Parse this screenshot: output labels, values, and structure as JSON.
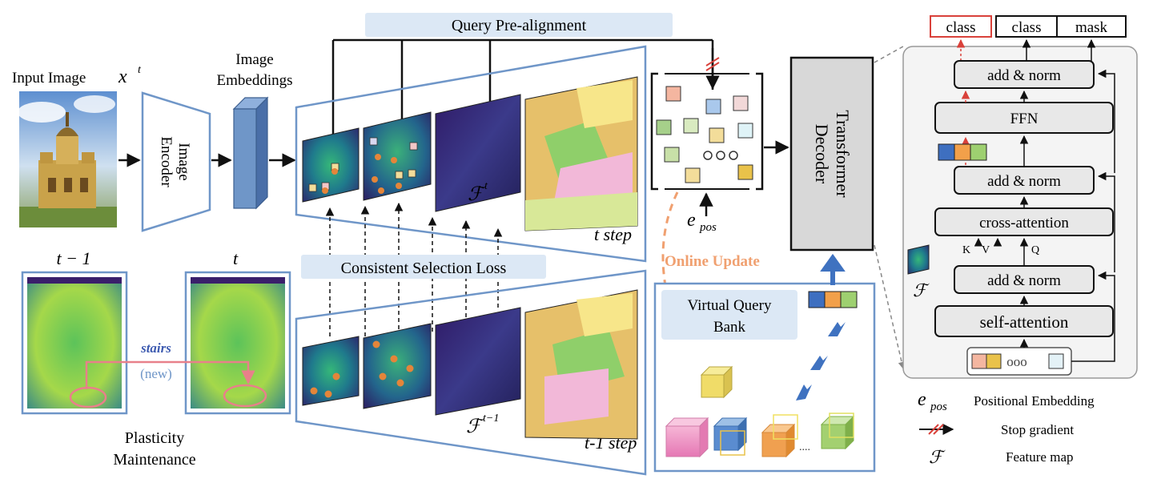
{
  "input_image": {
    "label": "Input Image",
    "math": "x",
    "sup": "t"
  },
  "image_encoder": {
    "line1": "Image",
    "line2": "Encoder"
  },
  "image_embeddings": {
    "line1": "Image",
    "line2": "Embeddings"
  },
  "query_prealignment": {
    "label": "Query Pre-alignment"
  },
  "consistent_loss": {
    "label": "Consistent Selection Loss"
  },
  "t_step": {
    "label": "t step"
  },
  "t1_step": {
    "label": "t-1 step"
  },
  "feature_t": {
    "math": "ℱ",
    "sup": "t"
  },
  "feature_t1": {
    "math": "ℱ",
    "sup": "t−1"
  },
  "e_pos": {
    "math": "e",
    "sub": "pos"
  },
  "online_update": {
    "label": "Online Update"
  },
  "virtual_query_bank": {
    "line1": "Virtual Query",
    "line2": "Bank"
  },
  "transformer_decoder": {
    "line1": "Transformer",
    "line2": "Decoder"
  },
  "plasticity": {
    "left_label": "t − 1",
    "right_label": "t",
    "stairs": "stairs",
    "new": "(new)",
    "caption1": "Plasticity",
    "caption2": "Maintenance"
  },
  "decoder_detail": {
    "outputs": [
      "class",
      "class",
      "mask"
    ],
    "blocks": [
      "add & norm",
      "FFN",
      "add & norm",
      "cross-attention",
      "add & norm",
      "self-attention"
    ],
    "kvq": [
      "K",
      "V",
      "Q"
    ],
    "feature_label": "ℱ",
    "query_dots": "ooo"
  },
  "legend": [
    {
      "symbol": "e",
      "sub": "pos",
      "text": "Positional Embedding"
    },
    {
      "symbol": "stop-gradient-arrow",
      "text": "Stop gradient"
    },
    {
      "symbol": "ℱ",
      "text": "Feature map"
    }
  ],
  "colors": {
    "accent_blue": "#6f96c8",
    "label_bg": "#dce8f5",
    "online_orange": "#f0a070",
    "stop_red": "#d9413a",
    "stairs_blue": "#3e5bb0",
    "pink_box": "#e8808a"
  }
}
